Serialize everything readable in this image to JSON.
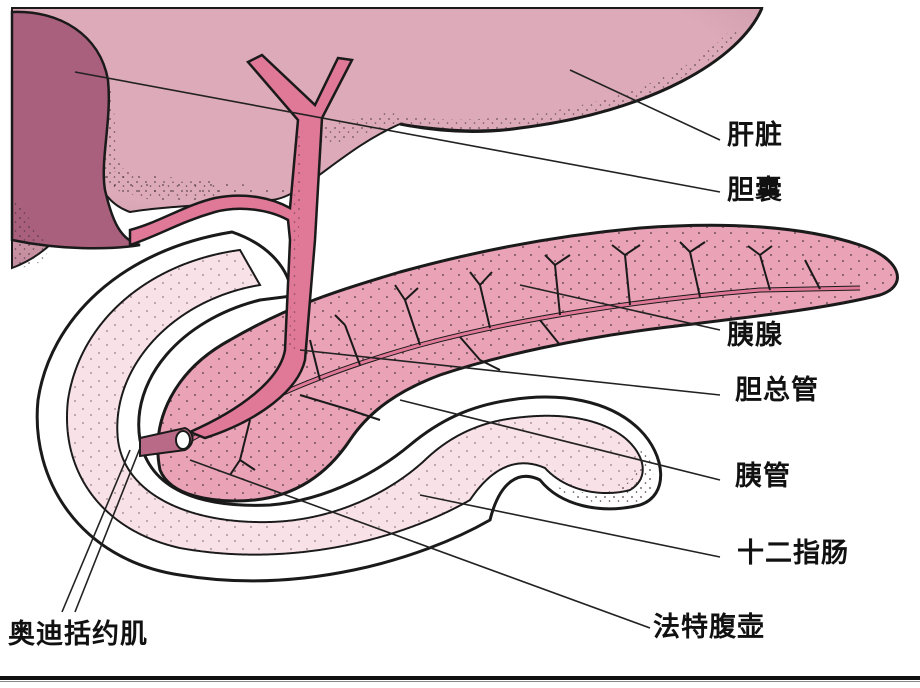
{
  "diagram": {
    "type": "anatomical-illustration",
    "subject": "liver-gallbladder-pancreas-duodenum",
    "colors": {
      "liver": "#dcaab8",
      "liver_dark": "#b06a84",
      "gallbladder": "#a8607c",
      "duct": "#e07898",
      "pancreas": "#e9a2b6",
      "duodenum": "#f8e2e8",
      "outline": "#1a1a1a",
      "background": "#ffffff"
    },
    "labels": [
      {
        "id": "liver",
        "text": "肝脏"
      },
      {
        "id": "gallbladder",
        "text": "胆囊"
      },
      {
        "id": "pancreas",
        "text": "胰腺"
      },
      {
        "id": "common-bile-duct",
        "text": "胆总管"
      },
      {
        "id": "pancreatic-duct",
        "text": "胰管"
      },
      {
        "id": "duodenum",
        "text": "十二指肠"
      },
      {
        "id": "ampulla-of-vater",
        "text": "法特腹壶"
      },
      {
        "id": "sphincter-of-oddi",
        "text": "奥迪括约肌"
      }
    ]
  }
}
